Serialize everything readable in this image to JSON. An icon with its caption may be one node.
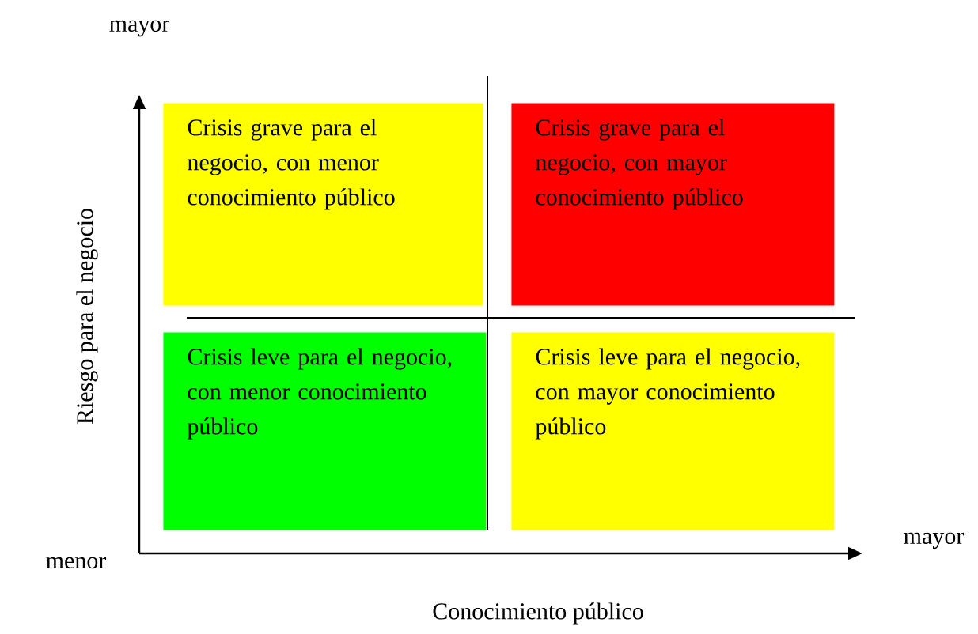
{
  "diagram": {
    "nodes": [
      {
        "text": [
          "Crisis grave para el negocio, con menor conocimiento público"
        ]
      },
      {
        "text": [
          "Crisis grave para el negocio, con mayor conocimiento público"
        ]
      },
      {
        "text": [
          "Crisis leve para el negocio, con menor conocimiento público"
        ]
      },
      {
        "text": [
          "Crisis leve para el negocio, con mayor conocimiento público"
        ]
      }
    ],
    "labels": [
      "mayor",
      "Riesgo para el negocio",
      "menor",
      "mayor",
      "Conocimiento público"
    ]
  }
}
